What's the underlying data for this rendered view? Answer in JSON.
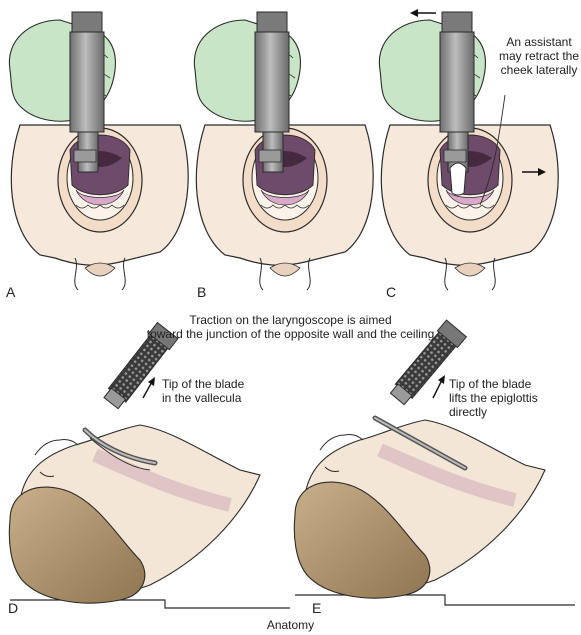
{
  "panels": {
    "a": "A",
    "b": "B",
    "c": "C",
    "d": "D",
    "e": "E"
  },
  "annotations": {
    "assistant": "An assistant\nmay retract the\ncheek laterally",
    "traction_line1": "Traction on the laryngoscope is aimed",
    "traction_line2": "toward the junction of the opposite wall and the ceiling",
    "tip_vallecula": "Tip of the blade\nin the vallecula",
    "tip_epiglottis": "Tip of the blade\nlifts the epiglottis\ndirectly"
  },
  "caption": "Anatomy",
  "colors": {
    "skin": "#f4e6d6",
    "glove": "#c9e5c7",
    "scope": "#8a8a8a",
    "mouth": "#6e4a6b",
    "tongue": "#c9a2c1",
    "hair": "#b39873"
  }
}
